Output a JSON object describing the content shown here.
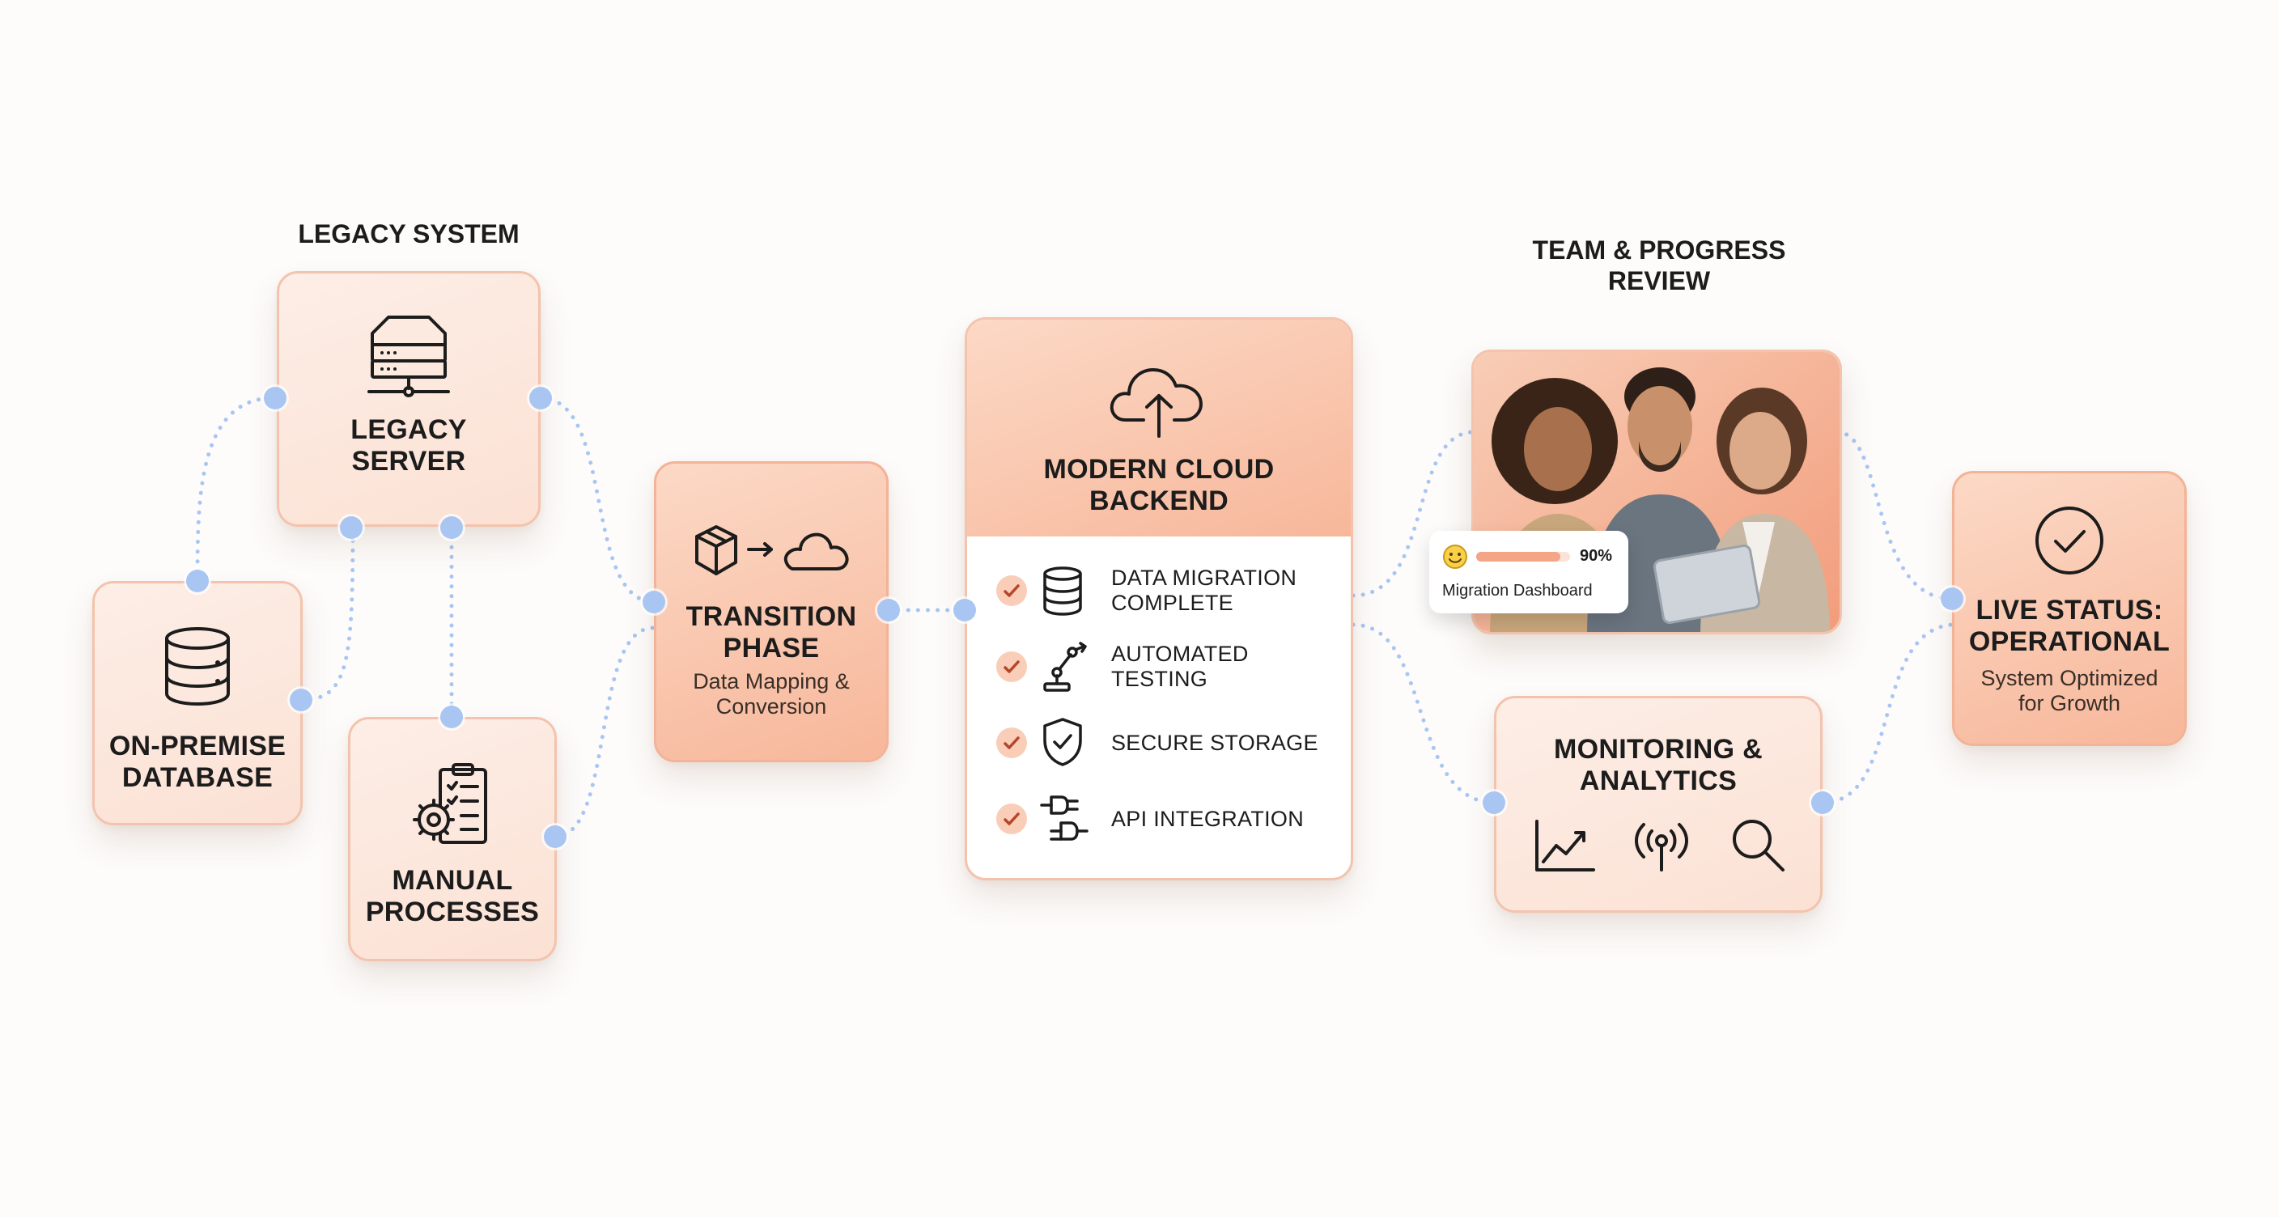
{
  "labels": {
    "legacy_system": "LEGACY SYSTEM",
    "team_review_line1": "TEAM & PROGRESS",
    "team_review_line2": "REVIEW"
  },
  "nodes": {
    "legacy_server": {
      "line1": "LEGACY",
      "line2": "SERVER",
      "icon": "server-icon"
    },
    "on_premise_db": {
      "line1": "ON-PREMISE",
      "line2": "DATABASE",
      "icon": "database-icon"
    },
    "manual_processes": {
      "line1": "MANUAL",
      "line2": "PROCESSES",
      "icon": "clipboard-gear-icon"
    },
    "transition": {
      "line1": "TRANSITION",
      "line2": "PHASE",
      "sub1": "Data Mapping &",
      "sub2": "Conversion",
      "icon": "box-to-cloud-icon"
    },
    "cloud_backend": {
      "line1": "MODERN CLOUD",
      "line2": "BACKEND",
      "icon": "cloud-upload-icon",
      "items": [
        {
          "line1": "DATA MIGRATION",
          "line2": "COMPLETE",
          "icon": "database-icon"
        },
        {
          "line1": "AUTOMATED",
          "line2": "TESTING",
          "icon": "robot-arm-icon"
        },
        {
          "line1": "SECURE STORAGE",
          "line2": "",
          "icon": "shield-check-icon"
        },
        {
          "line1": "API INTEGRATION",
          "line2": "",
          "icon": "plug-icon"
        }
      ]
    },
    "team_review": {
      "photo_icon": "team-photo",
      "dashboard": {
        "percent_label": "90%",
        "progress": 0.9,
        "caption": "Migration Dashboard",
        "emoji_icon": "smiley-icon"
      }
    },
    "monitoring": {
      "line1": "MONITORING &",
      "line2": "ANALYTICS",
      "icons": [
        "line-chart-icon",
        "signal-icon",
        "search-icon"
      ]
    },
    "live_status": {
      "line1": "LIVE STATUS:",
      "line2": "OPERATIONAL",
      "sub1": "System Optimized",
      "sub2": "for Growth",
      "icon": "check-circle-icon"
    }
  },
  "colors": {
    "accent": "#f4a587",
    "card_light": "#fdeee6",
    "card_strong": "#f7b79a",
    "connector": "#a9c6f2",
    "text": "#1c1c1c"
  }
}
